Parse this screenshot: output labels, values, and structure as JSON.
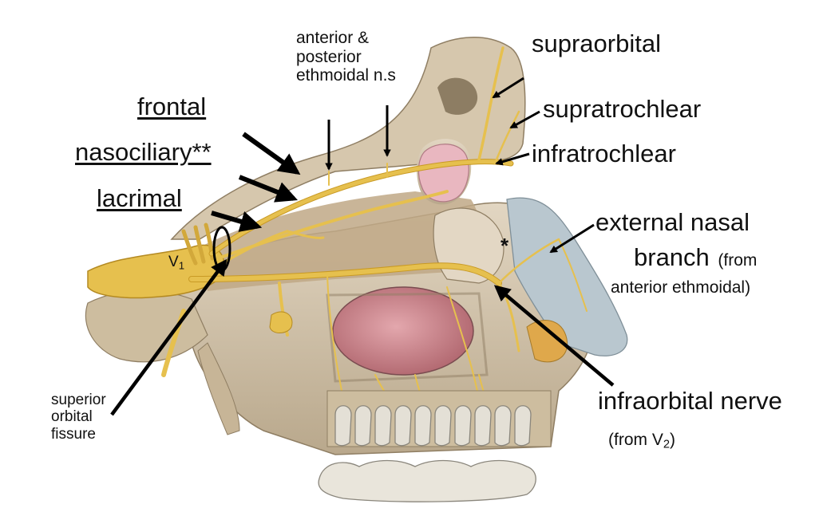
{
  "labels": {
    "ethmoidal_line1": "anterior &",
    "ethmoidal_line2": "posterior",
    "ethmoidal_line3": "ethmoidal n.s",
    "supraorbital": "supraorbital",
    "frontal": "frontal",
    "supratrochlear": "supratrochlear",
    "nasociliary": "nasociliary**",
    "infratrochlear": "infratrochlear",
    "lacrimal": "lacrimal",
    "external_nasal_line1": "external nasal",
    "external_nasal_line2": "branch",
    "external_nasal_from": "(from",
    "external_nasal_line3": "anterior ethmoidal)",
    "v1_letter": "V",
    "v1_sub": "1",
    "asterisk": "*",
    "sof_line1": "superior",
    "sof_line2": "orbital",
    "sof_line3": "fissure",
    "infraorbital": "infraorbital nerve",
    "from_v2_prefix": "(from V",
    "from_v2_sub": "2",
    "from_v2_suffix": ")"
  },
  "colors": {
    "nerve": "#e6c04e",
    "nerve_dark": "#c99a25",
    "bone": "#d9cbb3",
    "bone_shadow": "#a8977c",
    "orbit_floor": "#c8b28f",
    "sinus": "#c9818a",
    "nose": "#b9c7cf",
    "teeth": "#e4e0d6",
    "gland": "#e9b7c0",
    "arrow": "#000000"
  }
}
